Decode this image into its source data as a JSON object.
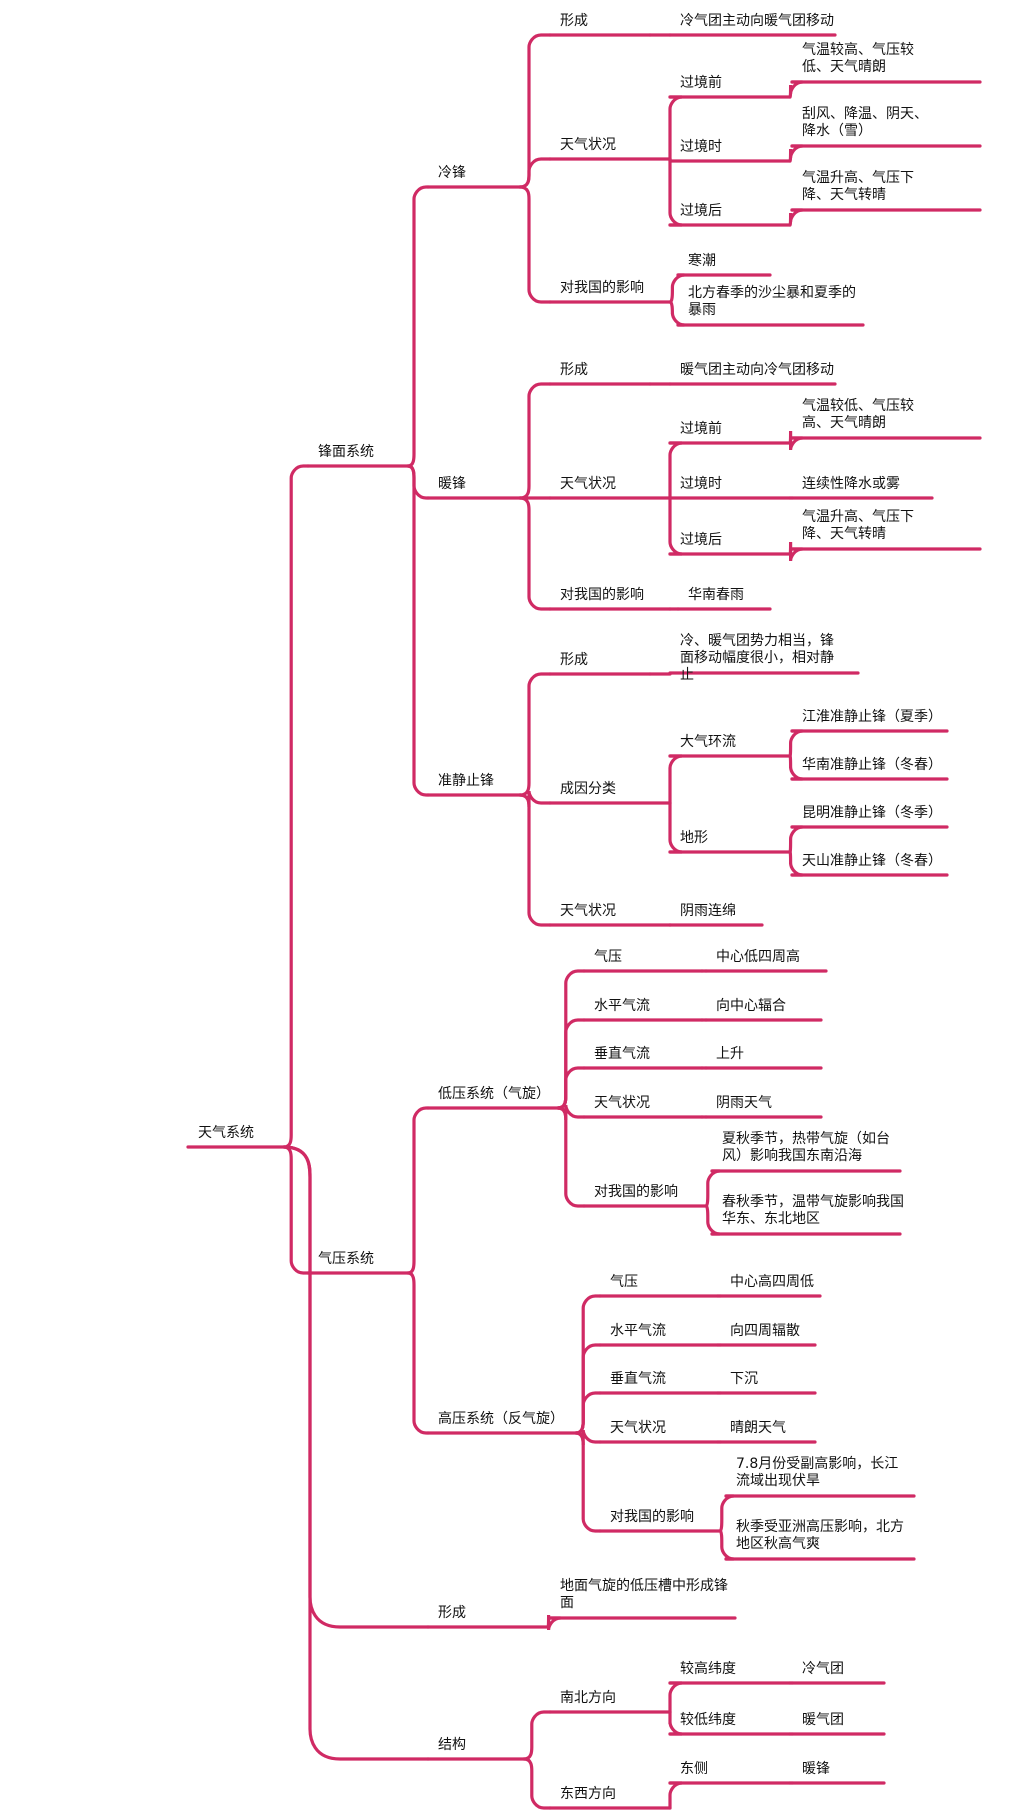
{
  "line_color": "#d02a64",
  "nodes": [
    {
      "id": "n000",
      "text": "天气系统"
    },
    {
      "id": "n100",
      "text": "锋面系统"
    },
    {
      "id": "n110",
      "text": "冷锋"
    },
    {
      "id": "n111",
      "text": "形成"
    },
    {
      "id": "n112",
      "text": "冷气团主动向暖气团移动"
    },
    {
      "id": "n113",
      "text": "天气状况"
    },
    {
      "id": "n114",
      "text": "过境前"
    },
    {
      "id": "n115",
      "text": "气温较高、气压较低、天气晴朗"
    },
    {
      "id": "n116",
      "text": "过境时"
    },
    {
      "id": "n117",
      "text": "刮风、降温、阴天、降水（雪）"
    },
    {
      "id": "n118",
      "text": "过境后"
    },
    {
      "id": "n119",
      "text": "气温升高、气压下降、天气转晴"
    },
    {
      "id": "n120",
      "text": "对我国的影响"
    },
    {
      "id": "n121",
      "text": "寒潮"
    },
    {
      "id": "n122",
      "text": "北方春季的沙尘暴和夏季的暴雨"
    },
    {
      "id": "n130",
      "text": "暖锋"
    },
    {
      "id": "n131",
      "text": "形成"
    },
    {
      "id": "n132",
      "text": "暖气团主动向冷气团移动"
    },
    {
      "id": "n133",
      "text": "天气状况"
    },
    {
      "id": "n134",
      "text": "过境前"
    },
    {
      "id": "n135",
      "text": "气温较低、气压较高、天气晴朗"
    },
    {
      "id": "n136",
      "text": "过境时"
    },
    {
      "id": "n137",
      "text": "连续性降水或雾"
    },
    {
      "id": "n138",
      "text": "过境后"
    },
    {
      "id": "n139",
      "text": "气温升高、气压下降、天气转晴"
    },
    {
      "id": "n140",
      "text": "对我国的影响"
    },
    {
      "id": "n141",
      "text": "华南春雨"
    },
    {
      "id": "n150",
      "text": "准静止锋"
    },
    {
      "id": "n151",
      "text": "形成"
    },
    {
      "id": "n152",
      "text": "冷、暖气团势力相当，锋面移动幅度很小，相对静止"
    },
    {
      "id": "n153",
      "text": "成因分类"
    },
    {
      "id": "n154",
      "text": "大气环流"
    },
    {
      "id": "n155",
      "text": "江淮准静止锋（夏季）"
    },
    {
      "id": "n156",
      "text": "华南准静止锋（冬春）"
    },
    {
      "id": "n157",
      "text": "地形"
    },
    {
      "id": "n158",
      "text": "昆明准静止锋（冬季）"
    },
    {
      "id": "n159",
      "text": "天山准静止锋（冬春）"
    },
    {
      "id": "n160",
      "text": "天气状况"
    },
    {
      "id": "n161",
      "text": "阴雨连绵"
    },
    {
      "id": "n200",
      "text": "气压系统"
    },
    {
      "id": "n210",
      "text": "低压系统（气旋）"
    },
    {
      "id": "n211",
      "text": "气压"
    },
    {
      "id": "n212",
      "text": "中心低四周高"
    },
    {
      "id": "n213",
      "text": "水平气流"
    },
    {
      "id": "n214",
      "text": "向中心辐合"
    },
    {
      "id": "n215",
      "text": "垂直气流"
    },
    {
      "id": "n216",
      "text": "上升"
    },
    {
      "id": "n217",
      "text": "天气状况"
    },
    {
      "id": "n218",
      "text": "阴雨天气"
    },
    {
      "id": "n219",
      "text": "对我国的影响"
    },
    {
      "id": "n220",
      "text": "夏秋季节，热带气旋（如台风）影响我国东南沿海"
    },
    {
      "id": "n221",
      "text": "春秋季节，温带气旋影响我国华东、东北地区"
    },
    {
      "id": "n230",
      "text": "高压系统（反气旋）"
    },
    {
      "id": "n231",
      "text": "气压"
    },
    {
      "id": "n232",
      "text": "中心高四周低"
    },
    {
      "id": "n233",
      "text": "水平气流"
    },
    {
      "id": "n234",
      "text": "向四周辐散"
    },
    {
      "id": "n235",
      "text": "垂直气流"
    },
    {
      "id": "n236",
      "text": "下沉"
    },
    {
      "id": "n237",
      "text": "天气状况"
    },
    {
      "id": "n238",
      "text": "晴朗天气"
    },
    {
      "id": "n239",
      "text": "对我国的影响"
    },
    {
      "id": "n240",
      "text": "7.8月份受副高影响，长江流域出现伏旱"
    },
    {
      "id": "n241",
      "text": "秋季受亚洲高压影响，北方地区秋高气爽"
    },
    {
      "id": "n300",
      "text": "形成"
    },
    {
      "id": "n301",
      "text": "地面气旋的低压槽中形成锋面"
    },
    {
      "id": "n302",
      "text": "结构"
    },
    {
      "id": "n303",
      "text": "南北方向"
    },
    {
      "id": "n304",
      "text": "较高纬度"
    },
    {
      "id": "n305",
      "text": "冷气团"
    },
    {
      "id": "n306",
      "text": "较低纬度"
    },
    {
      "id": "n307",
      "text": "暖气团"
    },
    {
      "id": "n308",
      "text": "东西方向"
    },
    {
      "id": "n309",
      "text": "东侧"
    },
    {
      "id": "n310",
      "text": "暖锋"
    }
  ]
}
